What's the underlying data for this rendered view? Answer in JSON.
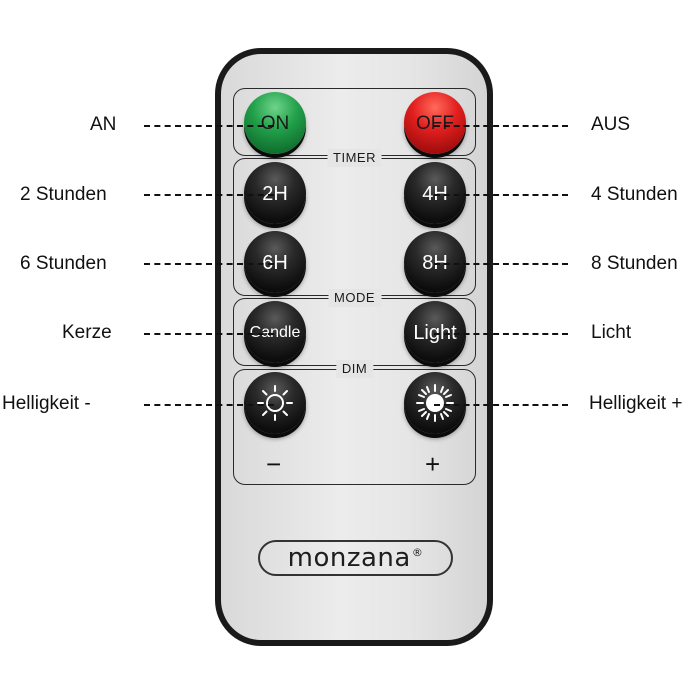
{
  "remote": {
    "buttons": {
      "on": "ON",
      "off": "OFF",
      "timer_2h": "2H",
      "timer_4h": "4H",
      "timer_6h": "6H",
      "timer_8h": "8H",
      "candle": "Candle",
      "light": "Light"
    },
    "sections": {
      "timer": "TIMER",
      "mode": "MODE",
      "dim": "DIM"
    },
    "dim_minus": "−",
    "dim_plus": "+",
    "brand": "monzana",
    "brand_mark": "®"
  },
  "callouts": {
    "on": "AN",
    "off": "AUS",
    "timer_2h": "2 Stunden",
    "timer_4h": "4 Stunden",
    "timer_6h": "6 Stunden",
    "timer_8h": "8 Stunden",
    "candle": "Kerze",
    "light": "Licht",
    "dim_down": "Helligkeit -",
    "dim_up": "Helligkeit +"
  },
  "icons": {
    "dim_down": "sun-outline-icon",
    "dim_up": "sun-filled-icon"
  },
  "colors": {
    "on_button": "#22a04a",
    "off_button": "#e21f1f",
    "button_black": "#111111",
    "remote_body": "#1a1a1a",
    "remote_face": "#e6e6e6"
  }
}
